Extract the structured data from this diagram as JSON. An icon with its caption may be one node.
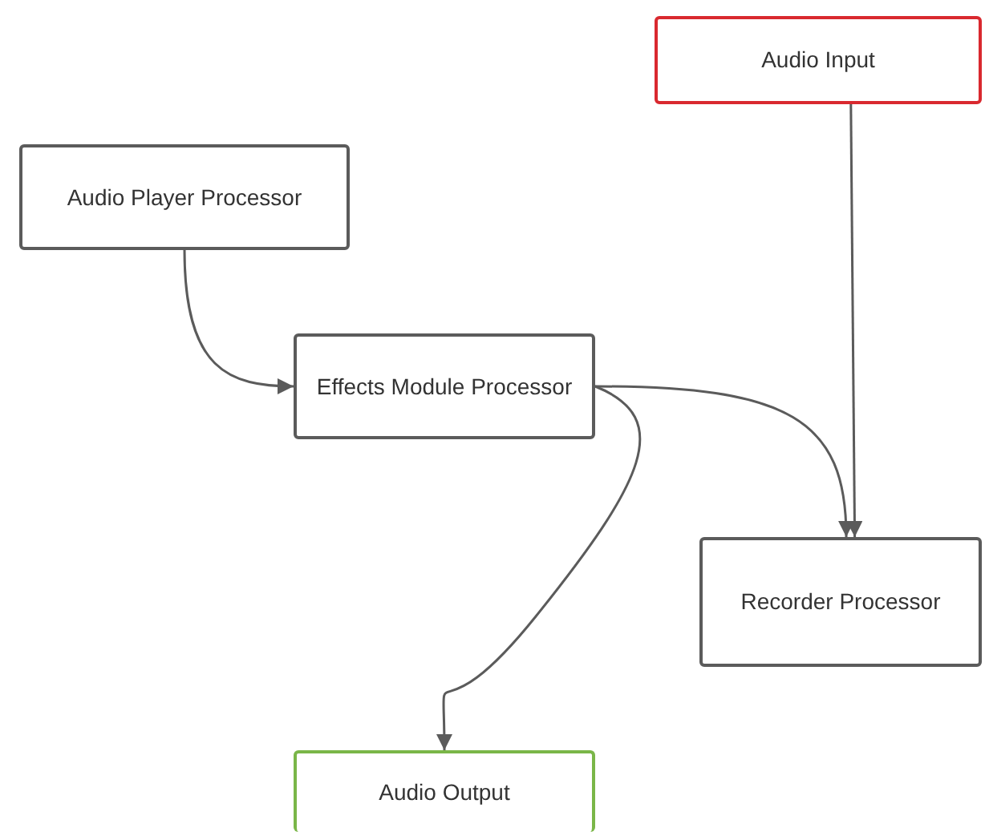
{
  "diagram": {
    "nodes": [
      {
        "text": [
          "Audio Input"
        ]
      },
      {
        "text": [
          "Audio Player Processor"
        ]
      },
      {
        "text": [
          "Effects Module Processor"
        ]
      },
      {
        "text": [
          "Recorder Processor"
        ]
      },
      {
        "text": [
          "Audio Output"
        ]
      }
    ],
    "edges": [
      {
        "from": 1,
        "to": 2,
        "arrow": "to"
      },
      {
        "from": 2,
        "to": 3,
        "arrow": "to"
      },
      {
        "from": 2,
        "to": 4,
        "arrow": "to"
      },
      {
        "from": 0,
        "to": 3,
        "arrow": "to"
      }
    ]
  }
}
